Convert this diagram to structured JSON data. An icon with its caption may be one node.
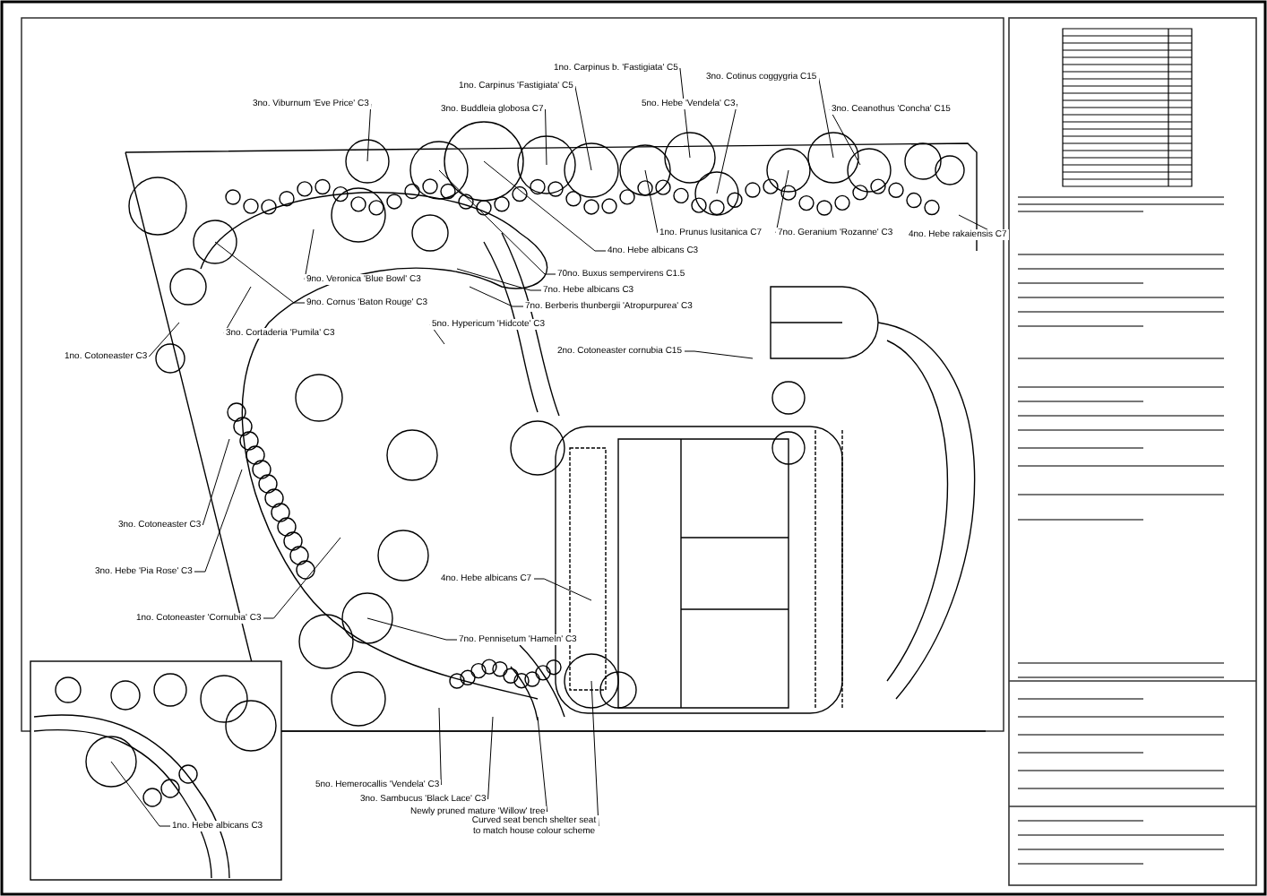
{
  "diagram": {
    "nodes": [
      {
        "text": [
          "3no. Viburnum 'Eve Price' C3"
        ]
      },
      {
        "text": [
          "1no. Carpinus b. 'Fastigiata' C5"
        ]
      },
      {
        "text": [
          "1no. Carpinus 'Fastigiata' C5"
        ]
      },
      {
        "text": [
          "3no. Buddleia globosa C7"
        ]
      },
      {
        "text": [
          "3no. Cotinus coggygria C15"
        ]
      },
      {
        "text": [
          "5no. Hebe 'Vendela' C3"
        ]
      },
      {
        "text": [
          "3no. Ceanothus 'Concha' C15"
        ]
      },
      {
        "text": [
          "9no. Veronica 'Blue Bowl' C3"
        ]
      },
      {
        "text": [
          "9no. Cornus 'Baton Rouge' C3"
        ]
      },
      {
        "text": [
          "5no. Hypericum 'Hidcote' C3"
        ]
      },
      {
        "text": [
          "1no. Prunus lusitanica C7"
        ]
      },
      {
        "text": [
          "7no. Geranium 'Rozanne' C3"
        ]
      },
      {
        "text": [
          "4no. Hebe rakaiensis C7"
        ]
      },
      {
        "text": [
          "4no. Hebe albicans C3"
        ]
      },
      {
        "text": [
          "70no. Buxus sempervirens C1.5"
        ]
      },
      {
        "text": [
          "7no. Hebe albicans C3"
        ]
      },
      {
        "text": [
          "7no. Berberis thunbergii 'Atropurpurea' C3"
        ]
      },
      {
        "text": [
          "3no. Cortaderia 'Pumila' C3"
        ]
      },
      {
        "text": [
          "1no. Cotoneaster C3"
        ]
      },
      {
        "text": [
          "2no. Cotoneaster cornubia C15"
        ]
      },
      {
        "text": [
          "3no. Cotoneaster C3"
        ]
      },
      {
        "text": [
          "3no. Hebe 'Pia Rose' C3"
        ]
      },
      {
        "text": [
          "1no. Cotoneaster 'Cornubia' C3"
        ]
      },
      {
        "text": [
          "4no. Hebe albicans C7"
        ]
      },
      {
        "text": [
          "7no. Pennisetum 'Hameln' C3"
        ]
      },
      {
        "text": [
          "5no. Hemerocallis 'Vendela' C3"
        ]
      },
      {
        "text": [
          "3no. Sambucus 'Black Lace' C3"
        ]
      },
      {
        "text": [
          "Newly pruned mature 'Willow' tree"
        ]
      },
      {
        "text": [
          "Curved seat bench shelter seat to match house colour scheme"
        ]
      },
      {
        "text": [
          "1no. Hebe albicans C3"
        ]
      }
    ],
    "edges": [
      {
        "from": 0,
        "to": null,
        "arrow": "none"
      },
      {
        "from": 1,
        "to": null,
        "arrow": "none"
      },
      {
        "from": 2,
        "to": null,
        "arrow": "none"
      },
      {
        "from": 3,
        "to": null,
        "arrow": "none"
      },
      {
        "from": 4,
        "to": null,
        "arrow": "none"
      },
      {
        "from": 5,
        "to": null,
        "arrow": "none"
      },
      {
        "from": 6,
        "to": null,
        "arrow": "none"
      },
      {
        "from": 7,
        "to": null,
        "arrow": "none"
      },
      {
        "from": 8,
        "to": null,
        "arrow": "none"
      },
      {
        "from": 9,
        "to": null,
        "arrow": "none"
      },
      {
        "from": 10,
        "to": null,
        "arrow": "none"
      },
      {
        "from": 11,
        "to": null,
        "arrow": "none"
      },
      {
        "from": 12,
        "to": null,
        "arrow": "none"
      },
      {
        "from": 13,
        "to": null,
        "arrow": "none"
      },
      {
        "from": 14,
        "to": null,
        "arrow": "none"
      },
      {
        "from": 15,
        "to": null,
        "arrow": "none"
      },
      {
        "from": 16,
        "to": null,
        "arrow": "none"
      },
      {
        "from": 17,
        "to": null,
        "arrow": "none"
      },
      {
        "from": 18,
        "to": null,
        "arrow": "none"
      },
      {
        "from": 19,
        "to": null,
        "arrow": "none"
      },
      {
        "from": 20,
        "to": null,
        "arrow": "none"
      },
      {
        "from": 21,
        "to": null,
        "arrow": "none"
      },
      {
        "from": 22,
        "to": null,
        "arrow": "none"
      },
      {
        "from": 23,
        "to": null,
        "arrow": "none"
      },
      {
        "from": 24,
        "to": null,
        "arrow": "none"
      },
      {
        "from": 25,
        "to": null,
        "arrow": "none"
      },
      {
        "from": 26,
        "to": null,
        "arrow": "none"
      },
      {
        "from": 27,
        "to": null,
        "arrow": "none"
      },
      {
        "from": 28,
        "to": null,
        "arrow": "none"
      },
      {
        "from": 29,
        "to": null,
        "arrow": "none"
      }
    ]
  }
}
